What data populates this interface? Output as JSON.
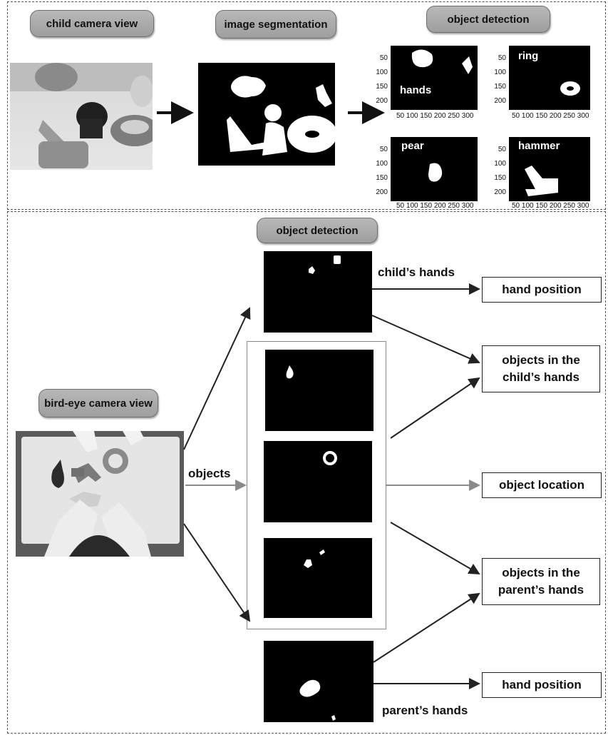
{
  "top": {
    "child_view_label": "child camera view",
    "segmentation_label": "image segmentation",
    "detection_label": "object detection",
    "detections": [
      {
        "label": "hands"
      },
      {
        "label": "ring"
      },
      {
        "label": "pear"
      },
      {
        "label": "hammer"
      }
    ],
    "x_ticks": "50 100 150 200 250 300",
    "y_ticks": [
      "50",
      "100",
      "150",
      "200"
    ]
  },
  "bottom": {
    "detection_label": "object detection",
    "birdeye_label": "bird-eye camera view",
    "objects_label": "objects",
    "childs_hands_label": "child’s hands",
    "parents_hands_label": "parent’s hands",
    "outputs": {
      "hand_position_top": "hand position",
      "objects_child": "objects in the child’s hands",
      "object_location": "object location",
      "objects_parent": "objects in the parent’s hands",
      "hand_position_bottom": "hand position"
    }
  }
}
